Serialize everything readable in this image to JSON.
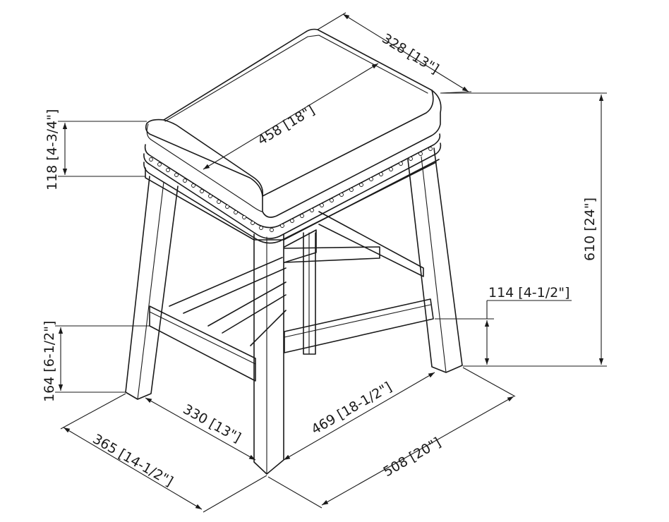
{
  "dimensions": {
    "seat_depth": "328 [13\"]",
    "seat_width": "458 [18\"]",
    "seat_thickness": "118 [4-3/4\"]",
    "overall_height": "610 [24\"]",
    "stretcher_height_right": "114 [4-1/2\"]",
    "stretcher_height_left": "164 [6-1/2\"]",
    "inner_depth": "330 [13\"]",
    "inner_width": "469 [18-1/2\"]",
    "base_depth": "365 [14-1/2\"]",
    "base_width": "508 [20\"]"
  }
}
